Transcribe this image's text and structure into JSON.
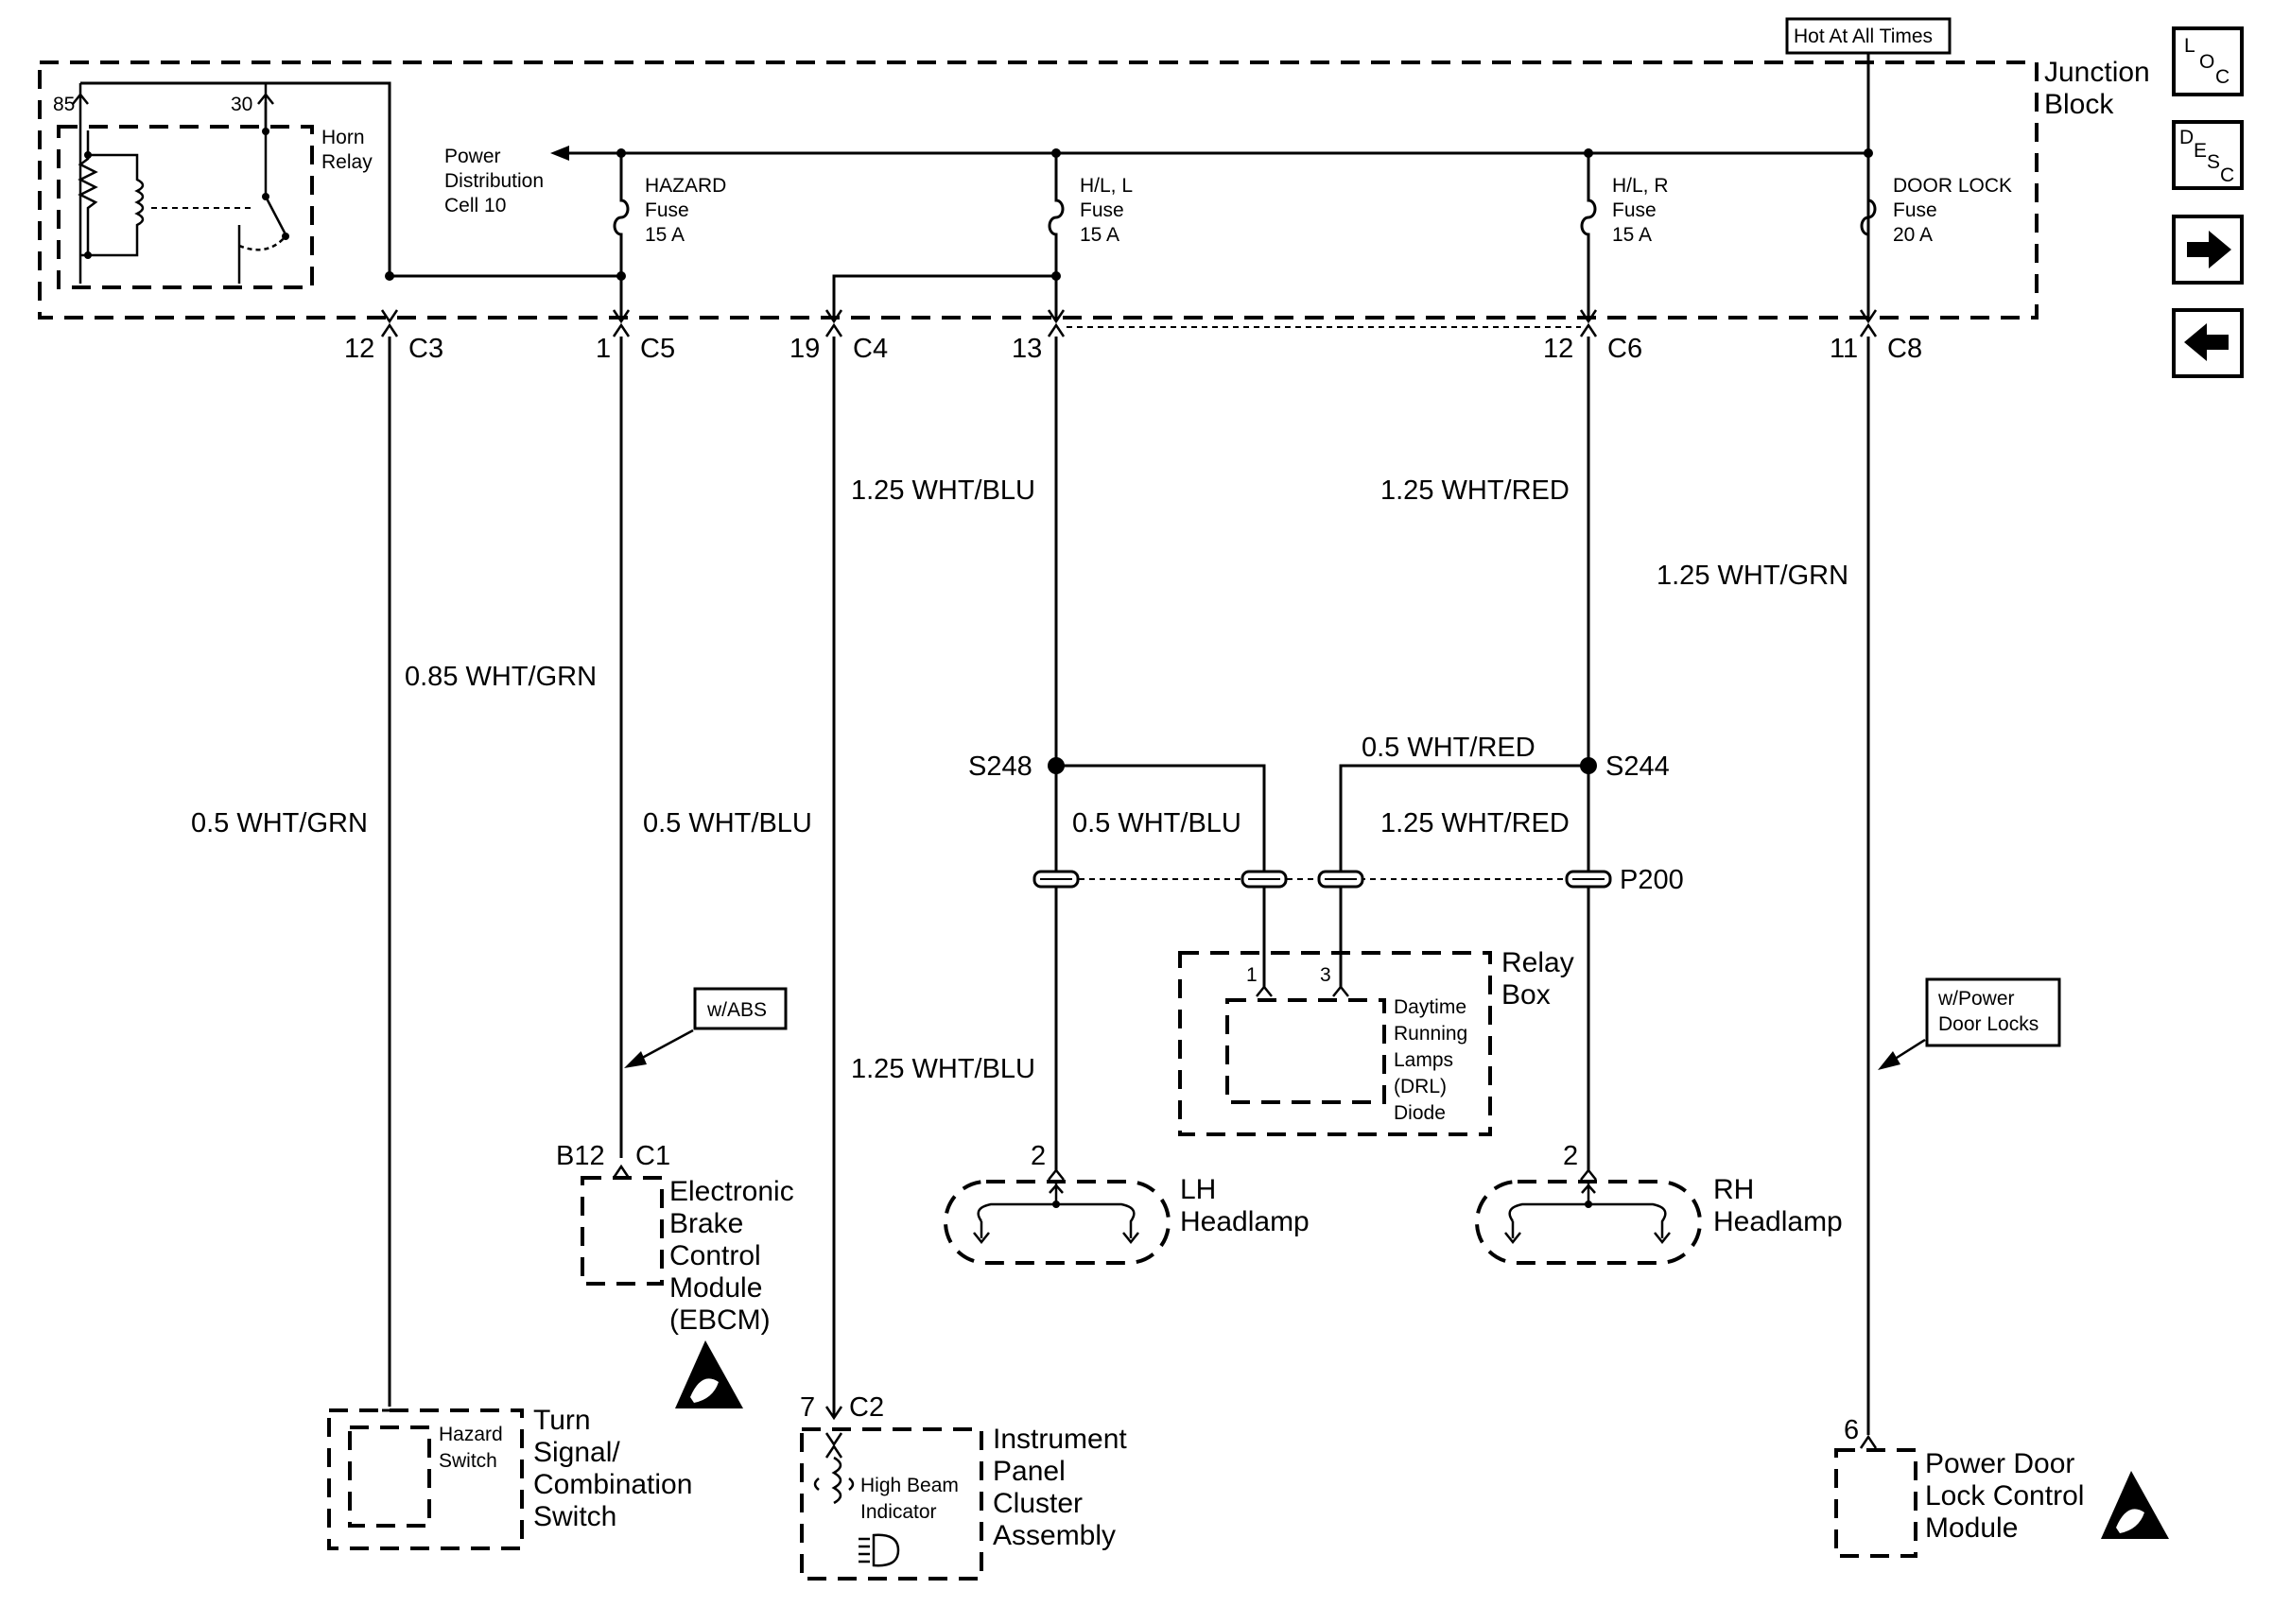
{
  "power": {
    "hot_label": "Hot At All Times",
    "junction_block": [
      "Junction",
      "Block"
    ],
    "power_distribution": [
      "Power",
      "Distribution",
      "Cell 10"
    ]
  },
  "horn_relay": {
    "pin85": "85",
    "pin30": "30",
    "label": [
      "Horn",
      "Relay"
    ]
  },
  "fuses": {
    "hazard": [
      "HAZARD",
      "Fuse",
      "15 A"
    ],
    "hl_l": [
      "H/L, L",
      "Fuse",
      "15 A"
    ],
    "hl_r": [
      "H/L, R",
      "Fuse",
      "15 A"
    ],
    "door_lock": [
      "DOOR LOCK",
      "Fuse",
      "20 A"
    ]
  },
  "connectors": {
    "c3": {
      "pin": "12",
      "name": "C3"
    },
    "c5": {
      "pin": "1",
      "name": "C5"
    },
    "c4": {
      "pin": "19",
      "name": "C4"
    },
    "c4b": {
      "pin": "13"
    },
    "c6": {
      "pin": "12",
      "name": "C6"
    },
    "c8": {
      "pin": "11",
      "name": "C8"
    },
    "ebcm": {
      "pin": "B12",
      "name": "C1"
    },
    "ipc": {
      "pin": "7",
      "name": "C2"
    },
    "lh": {
      "pin": "2"
    },
    "rh": {
      "pin": "2"
    },
    "door": {
      "pin": "6"
    },
    "relay1": "1",
    "relay3": "3"
  },
  "wires": {
    "hl_l_main": "1.25 WHT/BLU",
    "hl_r_main": "1.25 WHT/RED",
    "door_main": "1.25 WHT/GRN",
    "hazard_main": "0.85 WHT/GRN",
    "relay_wire": "0.5 WHT/GRN",
    "hazard_ebcm": "0.5 WHT/BLU",
    "splice_left": "0.5 WHT/BLU",
    "splice_right_top": "0.5 WHT/RED",
    "splice_right_low": "1.25 WHT/RED",
    "lh_low": "1.25 WHT/BLU"
  },
  "splices": {
    "s248": "S248",
    "s244": "S244",
    "p200": "P200"
  },
  "components": {
    "relay_box": [
      "Relay",
      "Box"
    ],
    "drl": [
      "Daytime",
      "Running",
      "Lamps",
      "(DRL)",
      "Diode"
    ],
    "lh_headlamp": [
      "LH",
      "Headlamp"
    ],
    "rh_headlamp": [
      "RH",
      "Headlamp"
    ],
    "ebcm": [
      "Electronic",
      "Brake",
      "Control",
      "Module",
      "(EBCM)"
    ],
    "w_abs": "w/ABS",
    "turn_signal": [
      "Turn",
      "Signal/",
      "Combination",
      "Switch"
    ],
    "hazard_switch": [
      "Hazard",
      "Switch"
    ],
    "ipc": [
      "Instrument",
      "Panel",
      "Cluster",
      "Assembly"
    ],
    "high_beam": [
      "High Beam",
      "Indicator"
    ],
    "door_module": [
      "Power Door",
      "Lock Control",
      "Module"
    ],
    "w_power_door": [
      "w/Power",
      "Door Locks"
    ]
  },
  "nav": {
    "loc": {
      "a": "L",
      "b": "O",
      "c": "C"
    },
    "desc": {
      "a": "D",
      "b": "E",
      "c": "S",
      "d": "C"
    },
    "next_icon": "arrow-right-icon",
    "prev_icon": "arrow-left-icon"
  }
}
